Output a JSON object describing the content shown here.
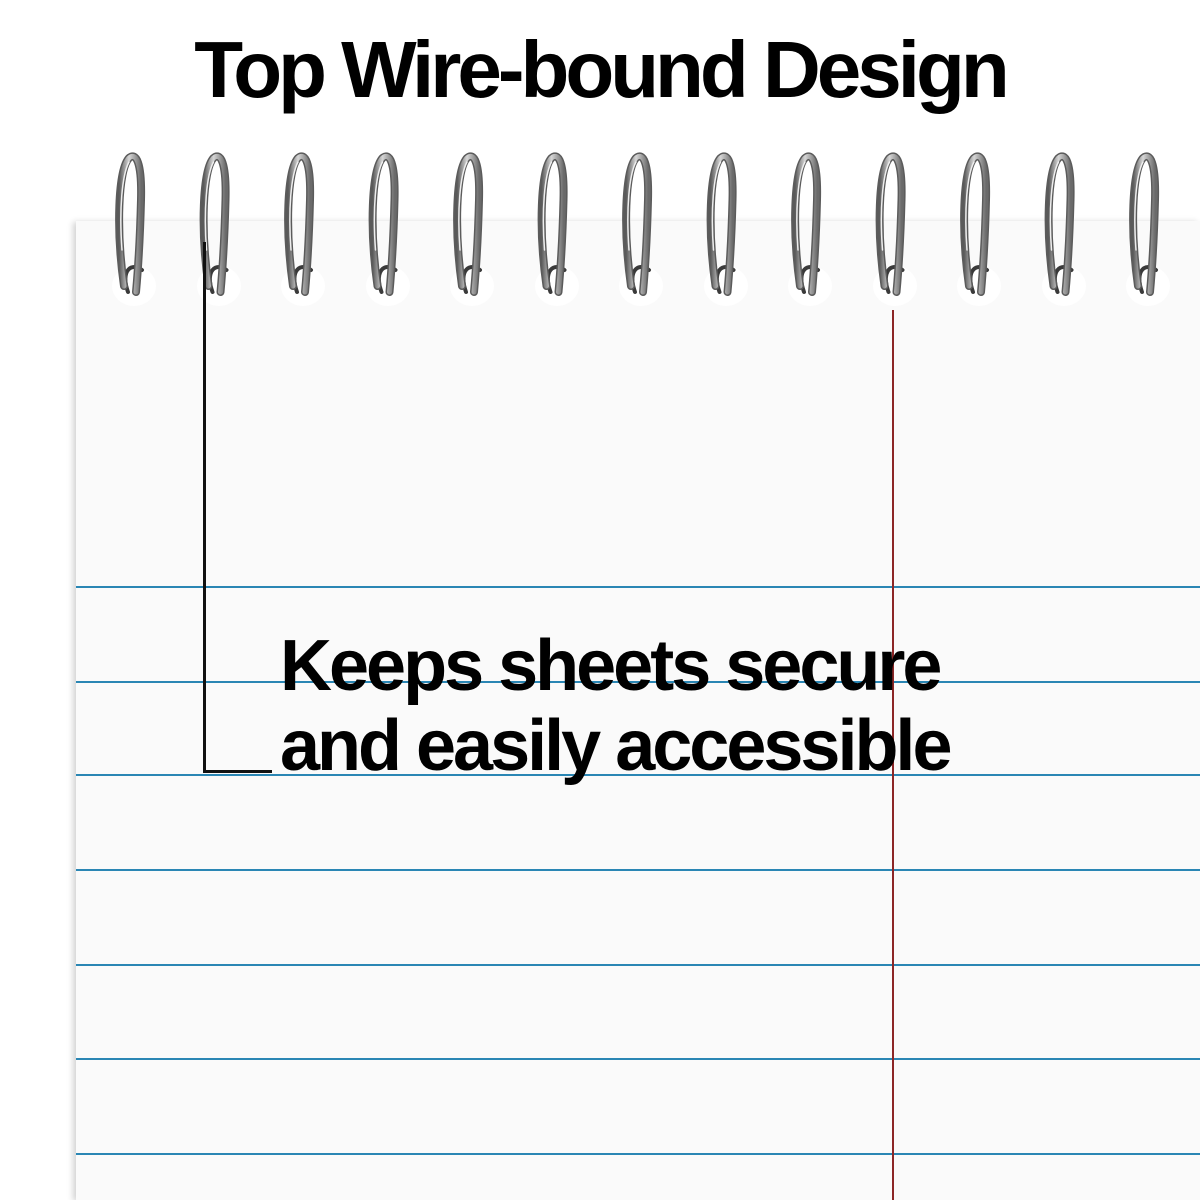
{
  "page": {
    "title": "Top Wire-bound Design"
  },
  "callout": {
    "line1": "Keeps sheets secure",
    "line2": "and easily accessible"
  },
  "colors": {
    "rule_line": "#2a86b4",
    "margin_line": "#8c2626",
    "wire": "#8a8a8a",
    "paper": "#fafafa"
  },
  "icons": {
    "binding": "wire-coil-icon"
  }
}
